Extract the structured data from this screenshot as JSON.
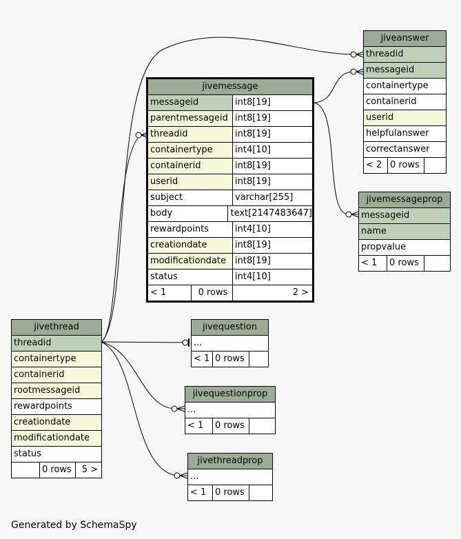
{
  "credit": "Generated by SchemaSpy",
  "tables": {
    "jivemessage": {
      "name": "jivemessage",
      "columns": [
        {
          "name": "messageid",
          "type": "int8[19]",
          "kind": "pk"
        },
        {
          "name": "parentmessageid",
          "type": "int8[19]",
          "kind": "fk"
        },
        {
          "name": "threadid",
          "type": "int8[19]",
          "kind": "fk"
        },
        {
          "name": "containertype",
          "type": "int4[10]",
          "kind": "fk"
        },
        {
          "name": "containerid",
          "type": "int8[19]",
          "kind": "fk"
        },
        {
          "name": "userid",
          "type": "int8[19]",
          "kind": "fk"
        },
        {
          "name": "subject",
          "type": "varchar[255]",
          "kind": "plain"
        },
        {
          "name": "body",
          "type": "text[2147483647]",
          "kind": "plain"
        },
        {
          "name": "rewardpoints",
          "type": "int4[10]",
          "kind": "plain"
        },
        {
          "name": "creationdate",
          "type": "int8[19]",
          "kind": "fk"
        },
        {
          "name": "modificationdate",
          "type": "int8[19]",
          "kind": "fk"
        },
        {
          "name": "status",
          "type": "int4[10]",
          "kind": "plain"
        }
      ],
      "footer": {
        "parents": "< 1",
        "rows": "0 rows",
        "children": "2 >"
      }
    },
    "jiveanswer": {
      "name": "jiveanswer",
      "columns": [
        {
          "name": "threadid",
          "kind": "pk"
        },
        {
          "name": "messageid",
          "kind": "pk"
        },
        {
          "name": "containertype",
          "kind": "plain"
        },
        {
          "name": "containerid",
          "kind": "plain"
        },
        {
          "name": "userid",
          "kind": "fk"
        },
        {
          "name": "helpfulanswer",
          "kind": "plain"
        },
        {
          "name": "correctanswer",
          "kind": "plain"
        }
      ],
      "footer": {
        "parents": "< 2",
        "rows": "0 rows",
        "children": ""
      }
    },
    "jivemessageprop": {
      "name": "jivemessageprop",
      "columns": [
        {
          "name": "messageid",
          "kind": "pk"
        },
        {
          "name": "name",
          "kind": "pk"
        },
        {
          "name": "propvalue",
          "kind": "plain"
        }
      ],
      "footer": {
        "parents": "< 1",
        "rows": "0 rows",
        "children": ""
      }
    },
    "jivethread": {
      "name": "jivethread",
      "columns": [
        {
          "name": "threadid",
          "kind": "pk"
        },
        {
          "name": "containertype",
          "kind": "fk"
        },
        {
          "name": "containerid",
          "kind": "fk"
        },
        {
          "name": "rootmessageid",
          "kind": "fk"
        },
        {
          "name": "rewardpoints",
          "kind": "plain"
        },
        {
          "name": "creationdate",
          "kind": "fk"
        },
        {
          "name": "modificationdate",
          "kind": "fk"
        },
        {
          "name": "status",
          "kind": "plain"
        }
      ],
      "footer": {
        "parents": "",
        "rows": "0 rows",
        "children": "5 >"
      }
    },
    "jivequestion": {
      "name": "jivequestion",
      "columns": [
        {
          "name": "...",
          "kind": "plain"
        }
      ],
      "footer": {
        "parents": "< 1",
        "rows": "0 rows",
        "children": ""
      }
    },
    "jivequestionprop": {
      "name": "jivequestionprop",
      "columns": [
        {
          "name": "...",
          "kind": "plain"
        }
      ],
      "footer": {
        "parents": "< 1",
        "rows": "0 rows",
        "children": ""
      }
    },
    "jivethreadprop": {
      "name": "jivethreadprop",
      "columns": [
        {
          "name": "...",
          "kind": "plain"
        }
      ],
      "footer": {
        "parents": "< 1",
        "rows": "0 rows",
        "children": ""
      }
    }
  }
}
